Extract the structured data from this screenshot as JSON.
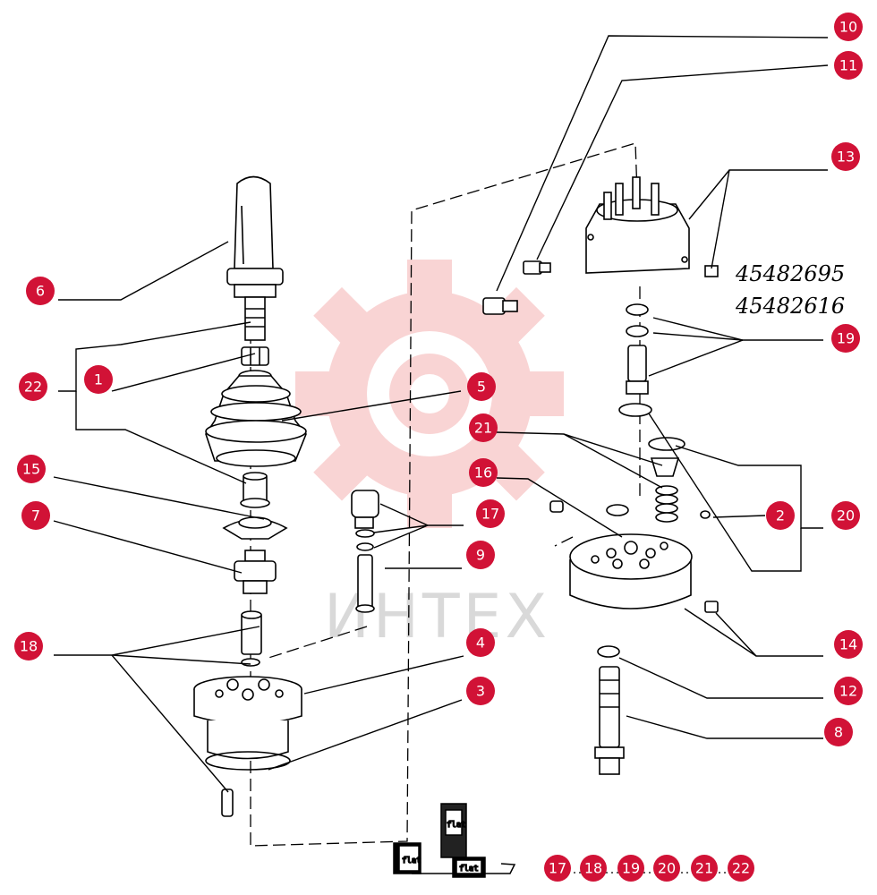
{
  "watermark": {
    "text": "ИНТЕХ",
    "color": "#d9d9d9",
    "gear_color": "#f7c6c6"
  },
  "badge_color": "#d11236",
  "callouts": [
    {
      "id": "c10",
      "label": "10"
    },
    {
      "id": "c11",
      "label": "11"
    },
    {
      "id": "c13",
      "label": "13"
    },
    {
      "id": "c6",
      "label": "6"
    },
    {
      "id": "c19",
      "label": "19"
    },
    {
      "id": "c22",
      "label": "22"
    },
    {
      "id": "c1",
      "label": "1"
    },
    {
      "id": "c5",
      "label": "5"
    },
    {
      "id": "c21",
      "label": "21"
    },
    {
      "id": "c15",
      "label": "15"
    },
    {
      "id": "c16",
      "label": "16"
    },
    {
      "id": "c7",
      "label": "7"
    },
    {
      "id": "c17",
      "label": "17"
    },
    {
      "id": "c2",
      "label": "2"
    },
    {
      "id": "c20",
      "label": "20"
    },
    {
      "id": "c9",
      "label": "9"
    },
    {
      "id": "c18",
      "label": "18"
    },
    {
      "id": "c4",
      "label": "4"
    },
    {
      "id": "c14",
      "label": "14"
    },
    {
      "id": "c3",
      "label": "3"
    },
    {
      "id": "c12",
      "label": "12"
    },
    {
      "id": "c8",
      "label": "8"
    }
  ],
  "kit_badges": [
    "17",
    "18",
    "19",
    "20",
    "21",
    "22"
  ],
  "handwritten_notes": [
    "45482695",
    "45482616"
  ],
  "kit_box_labels": [
    "flat",
    "flat",
    "flat"
  ]
}
